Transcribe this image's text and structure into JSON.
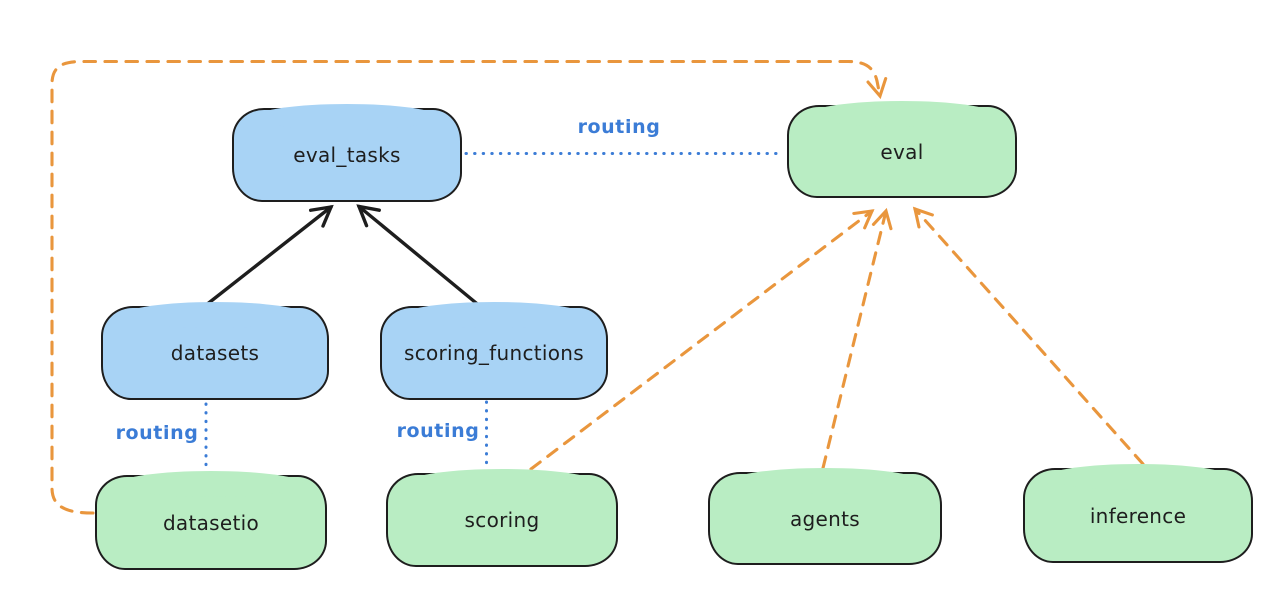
{
  "colors": {
    "background": "#ffffff",
    "node_blue_fill": "#a8d3f5",
    "node_green_fill": "#b9edc3",
    "node_border": "#1e1e1e",
    "routing_blue": "#3b7cd6",
    "edge_orange": "#e9963d",
    "arrow_black": "#1e1e1e"
  },
  "nodes": {
    "eval_tasks": {
      "label": "eval_tasks",
      "fill": "blue"
    },
    "eval": {
      "label": "eval",
      "fill": "green"
    },
    "datasets": {
      "label": "datasets",
      "fill": "blue"
    },
    "scoring_functions": {
      "label": "scoring_functions",
      "fill": "blue"
    },
    "datasetio": {
      "label": "datasetio",
      "fill": "green"
    },
    "scoring": {
      "label": "scoring",
      "fill": "green"
    },
    "agents": {
      "label": "agents",
      "fill": "green"
    },
    "inference": {
      "label": "inference",
      "fill": "green"
    }
  },
  "edge_labels": {
    "eval_tasks_eval": "routing",
    "datasets_datasetio": "routing",
    "scoring_functions_scoring": "routing"
  },
  "connections": [
    {
      "from": "datasets",
      "to": "eval_tasks",
      "style": "solid",
      "color": "#1e1e1e",
      "arrow": true,
      "label": ""
    },
    {
      "from": "scoring_functions",
      "to": "eval_tasks",
      "style": "solid",
      "color": "#1e1e1e",
      "arrow": true,
      "label": ""
    },
    {
      "from": "eval_tasks",
      "to": "eval",
      "style": "dotted",
      "color": "#3b7cd6",
      "arrow": false,
      "label": "routing"
    },
    {
      "from": "datasets",
      "to": "datasetio",
      "style": "dotted",
      "color": "#3b7cd6",
      "arrow": false,
      "label": "routing"
    },
    {
      "from": "scoring_functions",
      "to": "scoring",
      "style": "dotted",
      "color": "#3b7cd6",
      "arrow": false,
      "label": "routing"
    },
    {
      "from": "datasetio",
      "to": "eval",
      "style": "dashed",
      "color": "#e9963d",
      "arrow": true,
      "label": ""
    },
    {
      "from": "scoring",
      "to": "eval",
      "style": "dashed",
      "color": "#e9963d",
      "arrow": true,
      "label": ""
    },
    {
      "from": "agents",
      "to": "eval",
      "style": "dashed",
      "color": "#e9963d",
      "arrow": true,
      "label": ""
    },
    {
      "from": "inference",
      "to": "eval",
      "style": "dashed",
      "color": "#e9963d",
      "arrow": true,
      "label": ""
    }
  ]
}
